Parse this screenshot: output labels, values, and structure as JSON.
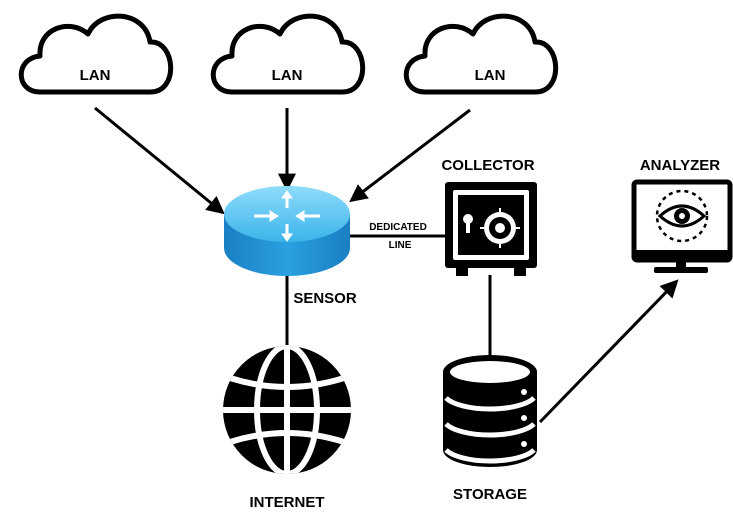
{
  "nodes": {
    "lan_1": "LAN",
    "lan_2": "LAN",
    "lan_3": "LAN",
    "sensor": "SENSOR",
    "collector": "COLLECTOR",
    "analyzer": "ANALYZER",
    "internet": "INTERNET",
    "storage": "STORAGE"
  },
  "links": {
    "dedicated_line_1": "DEDICATED",
    "dedicated_line_2": "LINE"
  },
  "colors": {
    "router_top": "#4fc3f0",
    "router_side": "#1e90d6",
    "line": "#000000"
  }
}
